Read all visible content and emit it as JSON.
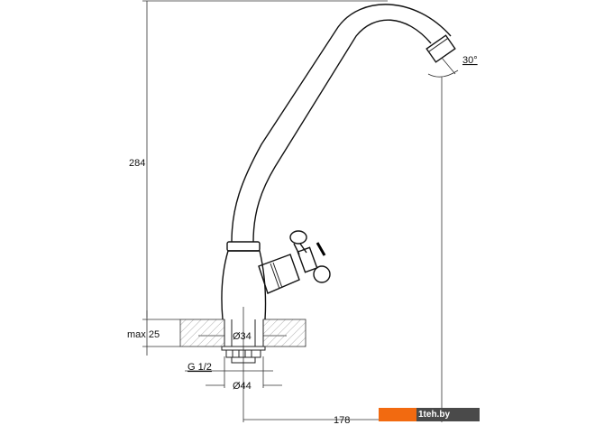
{
  "dimensions": {
    "height": "284",
    "max_depth": "max 25",
    "hole_diameter": "Ø34",
    "thread": "G 1/2",
    "base_diameter": "Ø44",
    "reach": "178",
    "swivel_angle": "30°"
  },
  "watermark": "1teh.by",
  "colors": {
    "watermark_orange": "#f26a10",
    "watermark_gray": "#4a4a4a"
  }
}
